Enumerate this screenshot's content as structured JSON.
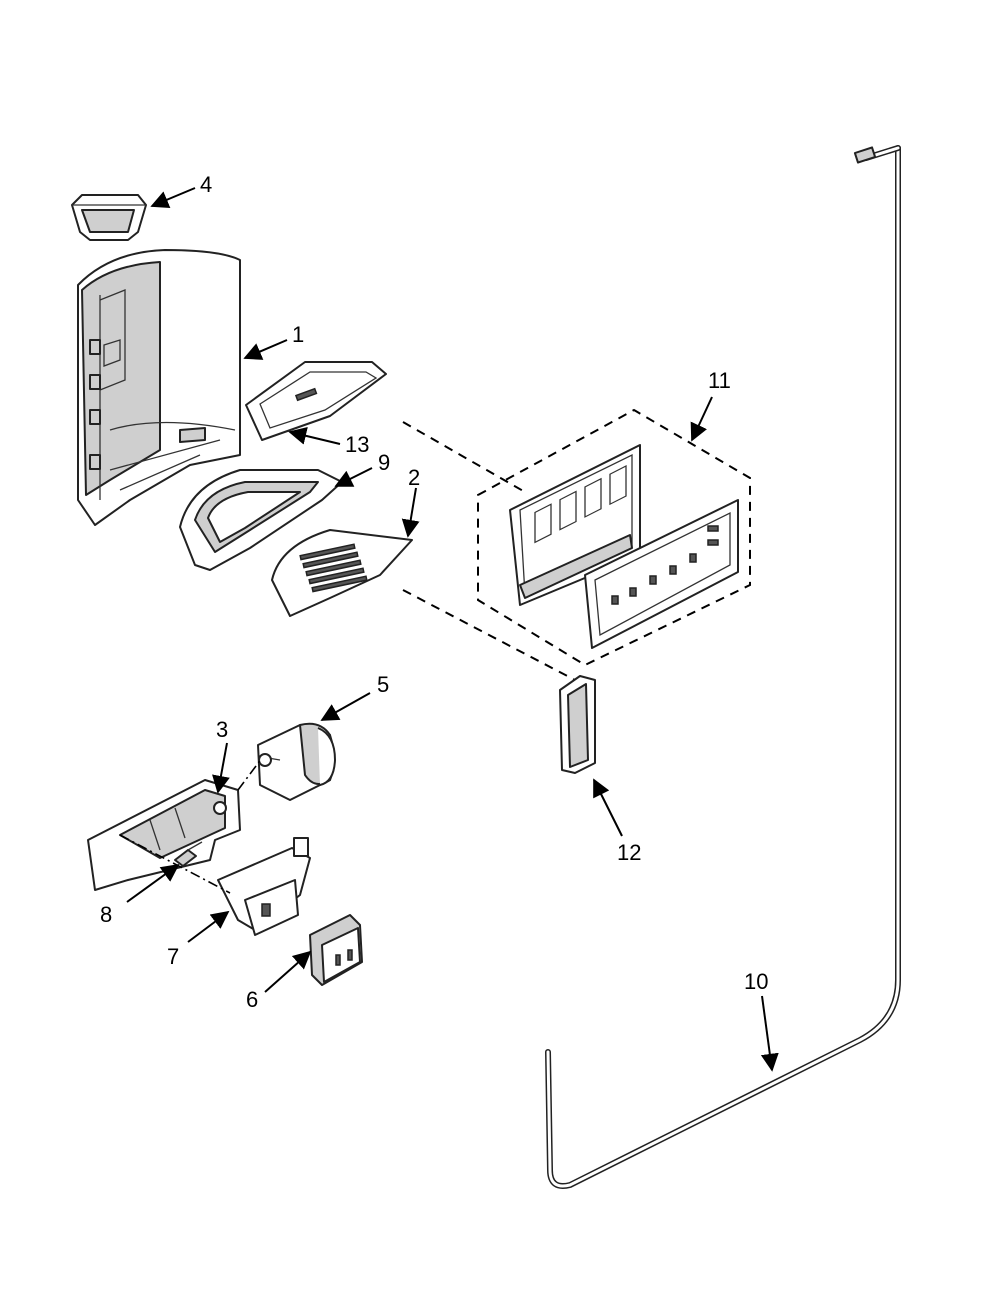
{
  "diagram": {
    "callouts": [
      {
        "id": "4",
        "label": "4"
      },
      {
        "id": "1",
        "label": "1"
      },
      {
        "id": "13",
        "label": "13"
      },
      {
        "id": "9",
        "label": "9"
      },
      {
        "id": "2",
        "label": "2"
      },
      {
        "id": "11",
        "label": "11"
      },
      {
        "id": "5",
        "label": "5"
      },
      {
        "id": "3",
        "label": "3"
      },
      {
        "id": "8",
        "label": "8"
      },
      {
        "id": "7",
        "label": "7"
      },
      {
        "id": "6",
        "label": "6"
      },
      {
        "id": "12",
        "label": "12"
      },
      {
        "id": "10",
        "label": "10"
      }
    ]
  }
}
